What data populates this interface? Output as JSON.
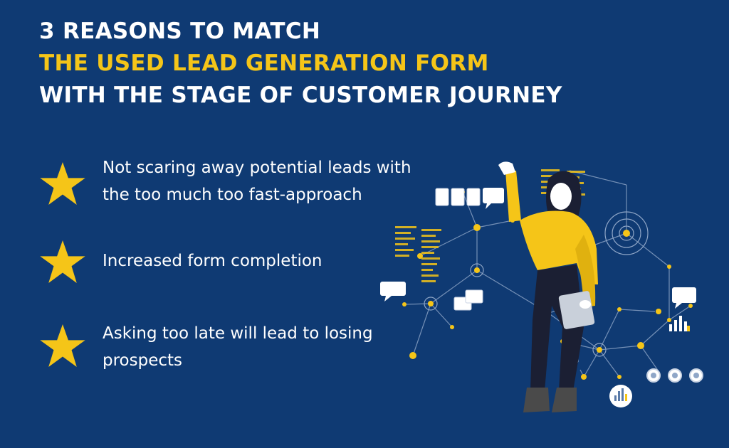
{
  "colors": {
    "background": "#0f3a73",
    "accent": "#f5c518",
    "text": "#ffffff"
  },
  "title": {
    "lines": [
      {
        "text": "3 REASONS TO MATCH",
        "color": "#ffffff"
      },
      {
        "text": "THE USED LEAD GENERATION FORM",
        "color": "#f5c518"
      },
      {
        "text": "WITH THE STAGE OF CUSTOMER JOURNEY",
        "color": "#ffffff"
      }
    ]
  },
  "reasons": [
    {
      "icon": "star-icon",
      "text": "Not scaring away potential leads with the too much too fast-approach"
    },
    {
      "icon": "star-icon",
      "text": "Increased form completion"
    },
    {
      "icon": "star-icon",
      "text": "Asking too late will lead to losing prospects"
    }
  ],
  "illustration": {
    "subject": "person-with-network-illustration"
  }
}
